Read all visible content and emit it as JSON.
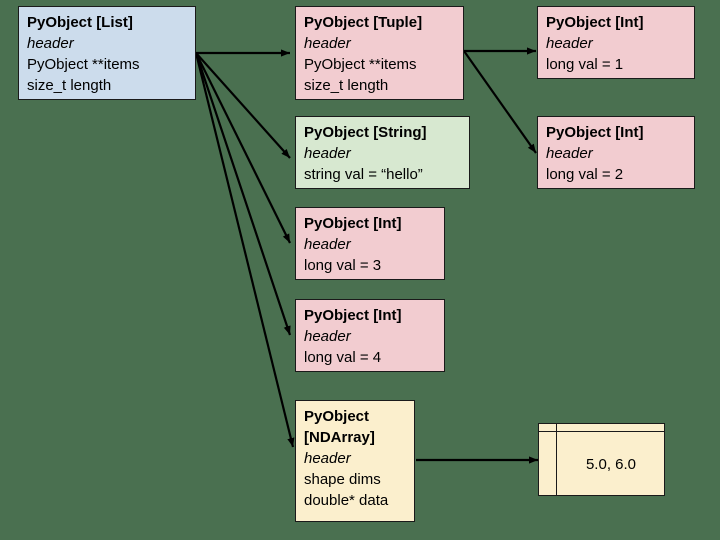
{
  "diagram": {
    "background_color": "#4a7050",
    "nodes": [
      {
        "id": "list",
        "title": "PyObject [List]",
        "header": "header",
        "fields": [
          "PyObject **items",
          "size_t length"
        ],
        "color": "#ccdcec"
      },
      {
        "id": "tuple",
        "title": "PyObject [Tuple]",
        "header": "header",
        "fields": [
          "PyObject **items",
          "size_t length"
        ],
        "color": "#f2ccd0"
      },
      {
        "id": "int1",
        "title": "PyObject [Int]",
        "header": "header",
        "fields": [
          "long val = 1"
        ],
        "color": "#f2ccd0"
      },
      {
        "id": "int2",
        "title": "PyObject [Int]",
        "header": "header",
        "fields": [
          "long val = 2"
        ],
        "color": "#f2ccd0"
      },
      {
        "id": "string",
        "title": "PyObject [String]",
        "header": "header",
        "fields": [
          "string val = “hello”"
        ],
        "color": "#d7e8d0"
      },
      {
        "id": "int3",
        "title": "PyObject [Int]",
        "header": "header",
        "fields": [
          "long val = 3"
        ],
        "color": "#f2ccd0"
      },
      {
        "id": "int4",
        "title": "PyObject [Int]",
        "header": "header",
        "fields": [
          "long val = 4"
        ],
        "color": "#f2ccd0"
      },
      {
        "id": "ndarray",
        "title_line1": "PyObject",
        "title_line2": "[NDArray]",
        "header": "header",
        "fields": [
          "shape dims",
          "double* data"
        ],
        "color": "#fbefcd"
      }
    ],
    "buffer": {
      "id": "data-buffer",
      "value": "5.0, 6.0",
      "color": "#fbefcd"
    },
    "edges": [
      {
        "from": "list",
        "to": "tuple"
      },
      {
        "from": "list",
        "to": "string"
      },
      {
        "from": "list",
        "to": "int3"
      },
      {
        "from": "list",
        "to": "int4"
      },
      {
        "from": "list",
        "to": "ndarray"
      },
      {
        "from": "tuple",
        "to": "int1"
      },
      {
        "from": "tuple",
        "to": "int2"
      },
      {
        "from": "ndarray",
        "to": "data-buffer"
      }
    ]
  }
}
